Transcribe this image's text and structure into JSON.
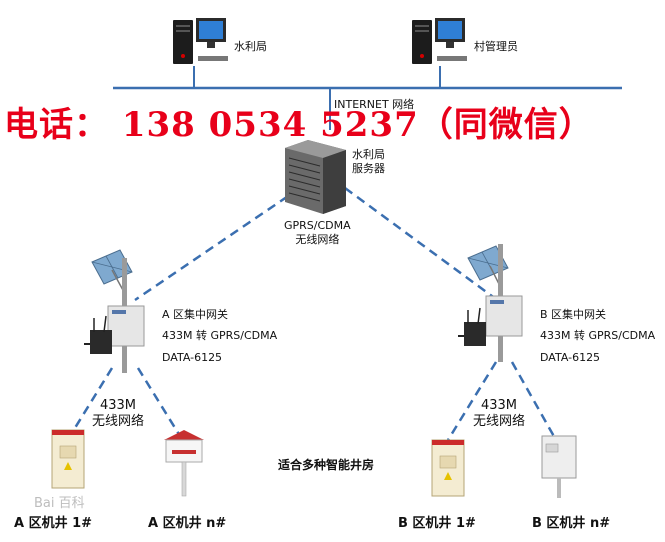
{
  "nodes": {
    "pc_left": "水利局",
    "pc_right": "村管理员",
    "internet": "INTERNET 网络",
    "server": [
      "水利局",
      "服务器"
    ],
    "gprs": [
      "GPRS/CDMA",
      "无线网络"
    ],
    "gateway_a": [
      "A 区集中网关",
      "433M 转 GPRS/CDMA",
      "DATA-6125"
    ],
    "gateway_b": [
      "B 区集中网关",
      "433M 转 GPRS/CDMA",
      "DATA-6125"
    ],
    "wireless_a": [
      "433M",
      "无线网络"
    ],
    "wireless_b": [
      "433M",
      "无线网络"
    ],
    "center_note": "适合多种智能井房",
    "wells": [
      "A 区机井 1#",
      "A 区机井 n#",
      "B 区机井 1#",
      "B 区机井 n#"
    ]
  },
  "phone_banner": "电话： 138 0534 5237（同微信）",
  "watermark": "Bai 百科",
  "colors": {
    "dash": "#3b6fb0",
    "trunk": "#3b6fb0",
    "phone": "#e8001a"
  }
}
